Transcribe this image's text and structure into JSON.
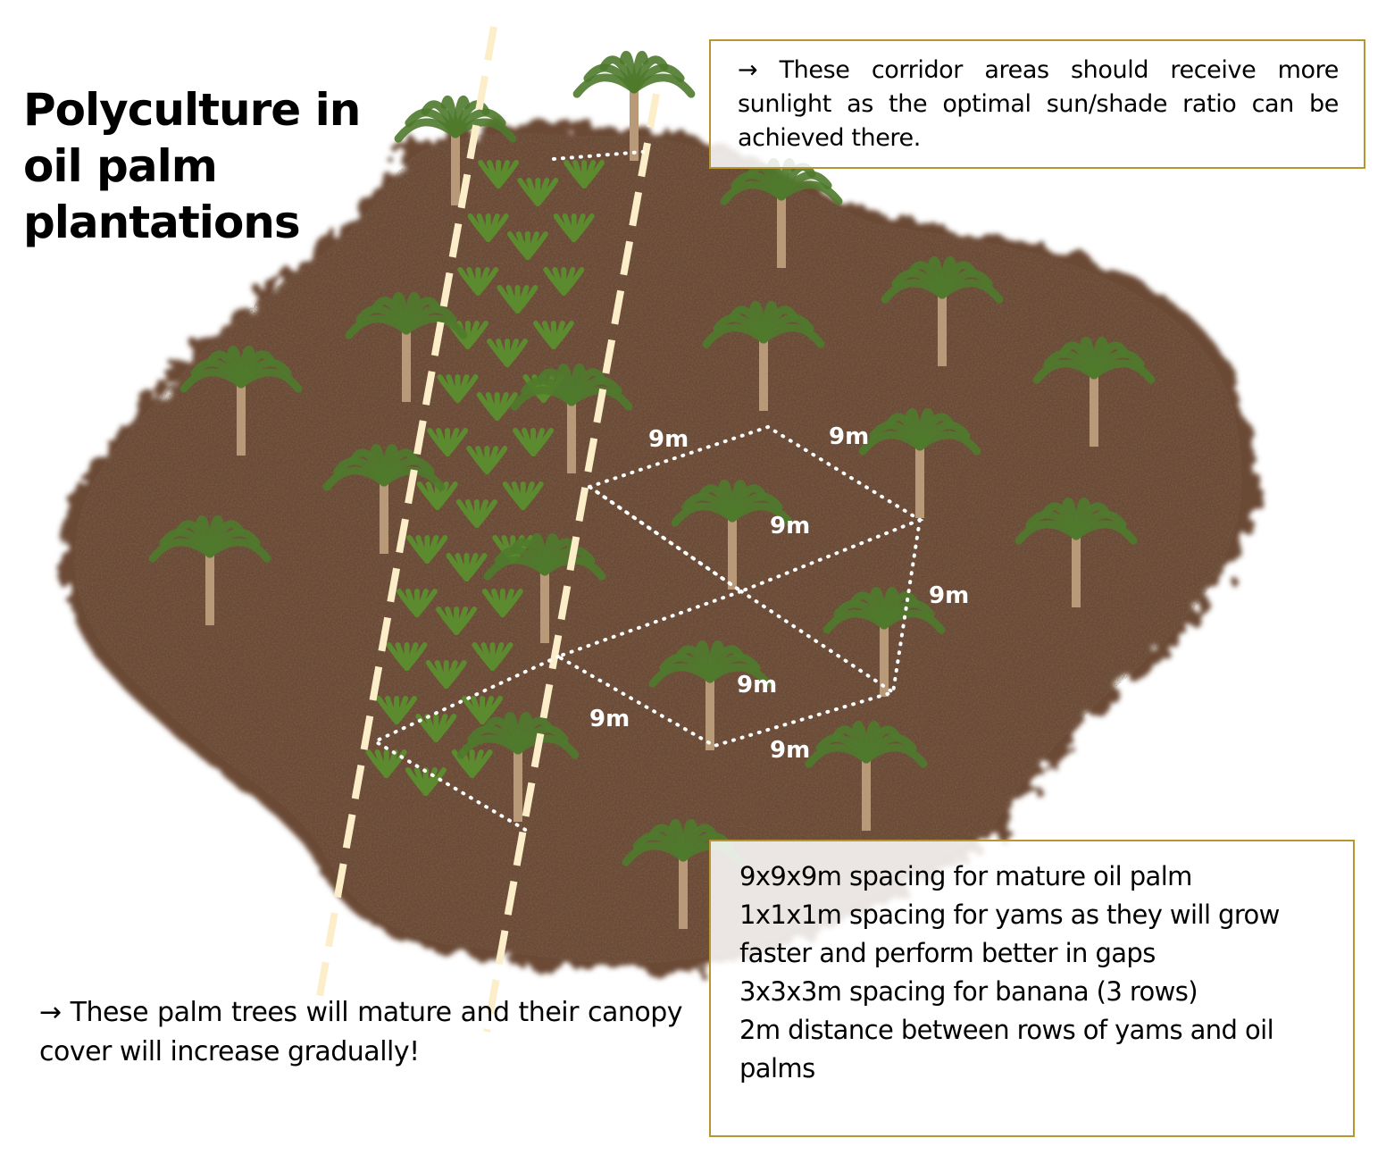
{
  "title": "Polyculture in oil palm plantations",
  "corridor_note": "→ These corridor areas should receive more sunlight as the optimal sun/shade ratio can be achieved there.",
  "spacing_notes": [
    "9x9x9m spacing for mature oil palm",
    "1x1x1m spacing for yams as they will grow faster and perform better in gaps",
    "3x3x3m spacing for banana (3 rows)",
    "2m distance between rows of yams and oil palms"
  ],
  "canopy_note": "→ These palm trees will mature and their canopy cover will increase gradually!",
  "distance_labels": [
    "9m",
    "9m",
    "9m",
    "9m",
    "9m",
    "9m",
    "9m"
  ],
  "colors": {
    "soil": "#6b4a34",
    "box_border": "#b8952f",
    "corridor_line": "#fbeec8",
    "palm_leaf": "#4f7a2c"
  }
}
